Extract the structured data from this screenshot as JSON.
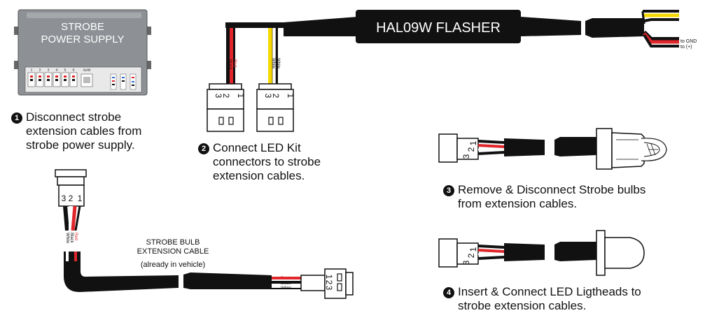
{
  "power_supply": {
    "title_line1": "STROBE",
    "title_line2": "POWER SUPPLY",
    "port_labels": [
      "1",
      "2",
      "3",
      "4",
      "5",
      "6"
    ],
    "plug_label": "XeW"
  },
  "flasher": {
    "label": "HAL09W FLASHER"
  },
  "ground_labels": [
    "to GND",
    "to (+)"
  ],
  "wire_labels": {
    "red": "Red",
    "black": "Black",
    "white": "White"
  },
  "pins": {
    "p1": "1",
    "p2": "2",
    "p3": "3"
  },
  "cable_label": {
    "line1": "STROBE BULB",
    "line2": "EXTENSION CABLE",
    "line3": "(already in vehicle)"
  },
  "steps": [
    {
      "num": "1",
      "lines": [
        "Disconnect strobe",
        "extension cables from",
        "strobe power supply."
      ]
    },
    {
      "num": "2",
      "lines": [
        "Connect LED Kit",
        "connectors to strobe",
        "extension cables."
      ]
    },
    {
      "num": "3",
      "lines": [
        "Remove & Disconnect Strobe bulbs",
        "from extension cables."
      ]
    },
    {
      "num": "4",
      "lines": [
        "Insert & Connect LED Ligtheads to",
        "strobe extension cables."
      ]
    }
  ],
  "colors": {
    "red": "#e0262b",
    "yellow": "#f5d800",
    "black": "#111111",
    "grey": "#8d9095"
  }
}
